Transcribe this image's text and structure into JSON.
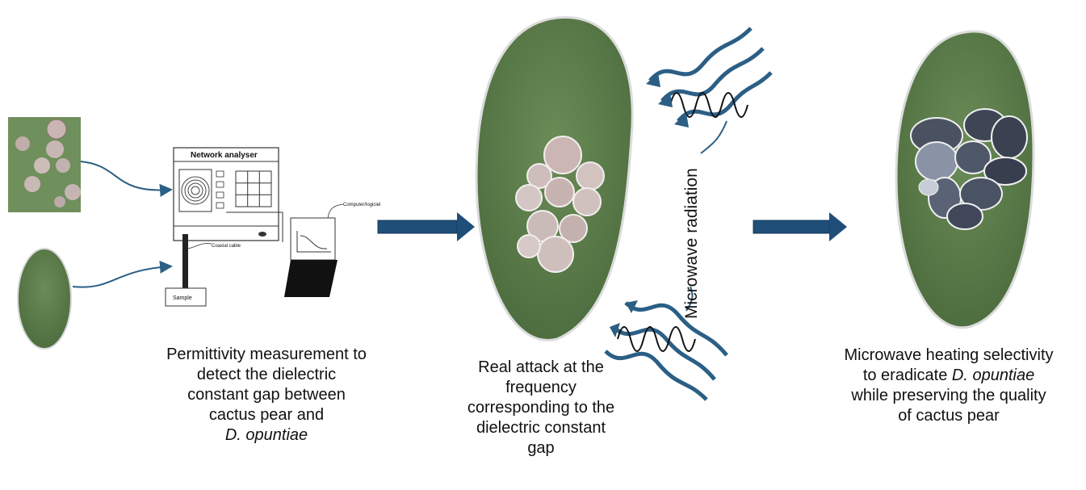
{
  "network_analyser": {
    "title": "Network analyser",
    "coaxial_label": "Coaxial cable",
    "computer_label": "Computer/logiciel",
    "sample_label": "Sample"
  },
  "captions": {
    "step1": {
      "lines": [
        "Permittivity measurement  to",
        "detect the dielectric",
        "constant gap between",
        "cactus pear and"
      ],
      "italic": "D. opuntiae"
    },
    "step2": {
      "lines": [
        "Real attack at the",
        "frequency",
        "corresponding to the",
        "dielectric constant",
        "gap"
      ]
    },
    "step3": {
      "line1": "Microwave heating selectivity",
      "line2_prefix": "to eradicate ",
      "line2_italic": "D. opuntiae",
      "line3": "while preserving the quality",
      "line4": "of cactus pear"
    }
  },
  "radiation_label": "Microwave radiation",
  "colors": {
    "cactus": "#5b7a4a",
    "cactus_dark": "#4a6a3c",
    "insect_pink": "#d7c6c4",
    "insect_dark": "#3d4452",
    "arrow": "#1f4e79",
    "wave": "#2b5f85"
  }
}
